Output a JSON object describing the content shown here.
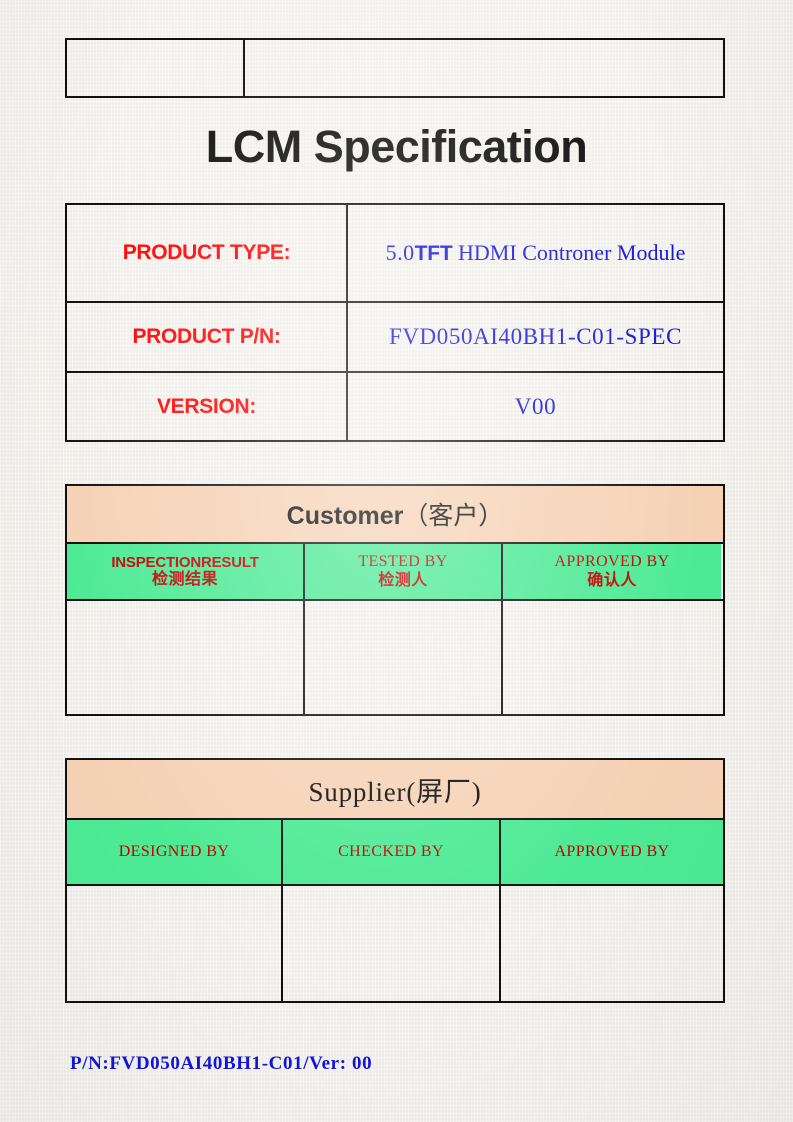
{
  "document": {
    "title": "LCM Specification",
    "footer_note": "P/N:FVD050AI40BH1-C01/Ver: 00"
  },
  "header_table": {
    "cells": [
      "",
      ""
    ]
  },
  "product_table": {
    "rows": [
      {
        "label": "PRODUCT TYPE:",
        "value_size": "5.0",
        "value_tech": "TFT",
        "value_rest": " HDMI Controner Module"
      },
      {
        "label": "PRODUCT P/N:",
        "value": "FVD050AI40BH1-C01-SPEC"
      },
      {
        "label": "VERSION:",
        "value": "V00"
      }
    ]
  },
  "customer_table": {
    "title_en": "Customer",
    "title_cjk": "（客户）",
    "headers": [
      {
        "en": "INSPECTIONRESULT",
        "cjk": "检测结果"
      },
      {
        "en": "TESTED BY",
        "cjk": "检测人"
      },
      {
        "en": "APPROVED BY",
        "cjk": "确认人"
      }
    ],
    "values": [
      "",
      "",
      ""
    ]
  },
  "supplier_table": {
    "title": "Supplier(屏厂)",
    "headers": [
      {
        "en": "DESIGNED BY",
        "cjk": ""
      },
      {
        "en": "CHECKED BY",
        "cjk": ""
      },
      {
        "en": "APPROVED BY",
        "cjk": ""
      }
    ],
    "values": [
      "",
      "",
      ""
    ]
  },
  "colors": {
    "label_red": "#ff0000",
    "value_blue": "#1414d8",
    "header_red": "#c00000",
    "band_peach": "#f6d2b5",
    "band_green": "#4dea95",
    "paper": "#f2f0ec",
    "rule": "#111111"
  }
}
